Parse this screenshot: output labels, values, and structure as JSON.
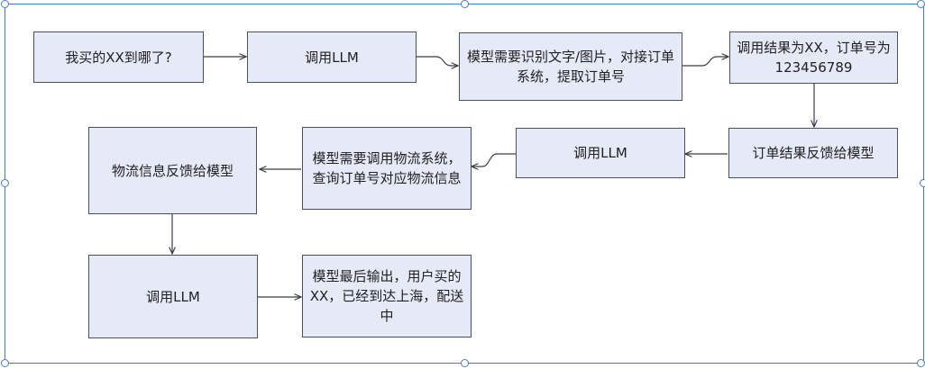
{
  "diagram": {
    "nodes": [
      {
        "id": "n1",
        "text": "我买的XX到哪了?"
      },
      {
        "id": "n2",
        "text": "调用LLM"
      },
      {
        "id": "n3",
        "text": "模型需要识别文字/图片，对接订单系统，提取订单号"
      },
      {
        "id": "n4",
        "text": "调用结果为XX，订单号为123456789"
      },
      {
        "id": "n5",
        "text": "订单结果反馈给模型"
      },
      {
        "id": "n6",
        "text": "调用LLM"
      },
      {
        "id": "n7",
        "text": "模型需要调用物流系统，查询订单号对应物流信息"
      },
      {
        "id": "n8",
        "text": "物流信息反馈给模型"
      },
      {
        "id": "n9",
        "text": "调用LLM"
      },
      {
        "id": "n10",
        "text": "模型最后输出，用户买的XX，已经到达上海，配送中"
      }
    ],
    "edges": [
      {
        "from": "n1",
        "to": "n2"
      },
      {
        "from": "n2",
        "to": "n3"
      },
      {
        "from": "n3",
        "to": "n4"
      },
      {
        "from": "n4",
        "to": "n5"
      },
      {
        "from": "n5",
        "to": "n6"
      },
      {
        "from": "n6",
        "to": "n7"
      },
      {
        "from": "n7",
        "to": "n8"
      },
      {
        "from": "n8",
        "to": "n9"
      },
      {
        "from": "n9",
        "to": "n10"
      }
    ],
    "colors": {
      "node_fill": "#e6eaf6",
      "node_border": "#4a4f5c",
      "edge": "#3a3d45",
      "selection_frame": "#4a79c8"
    }
  }
}
